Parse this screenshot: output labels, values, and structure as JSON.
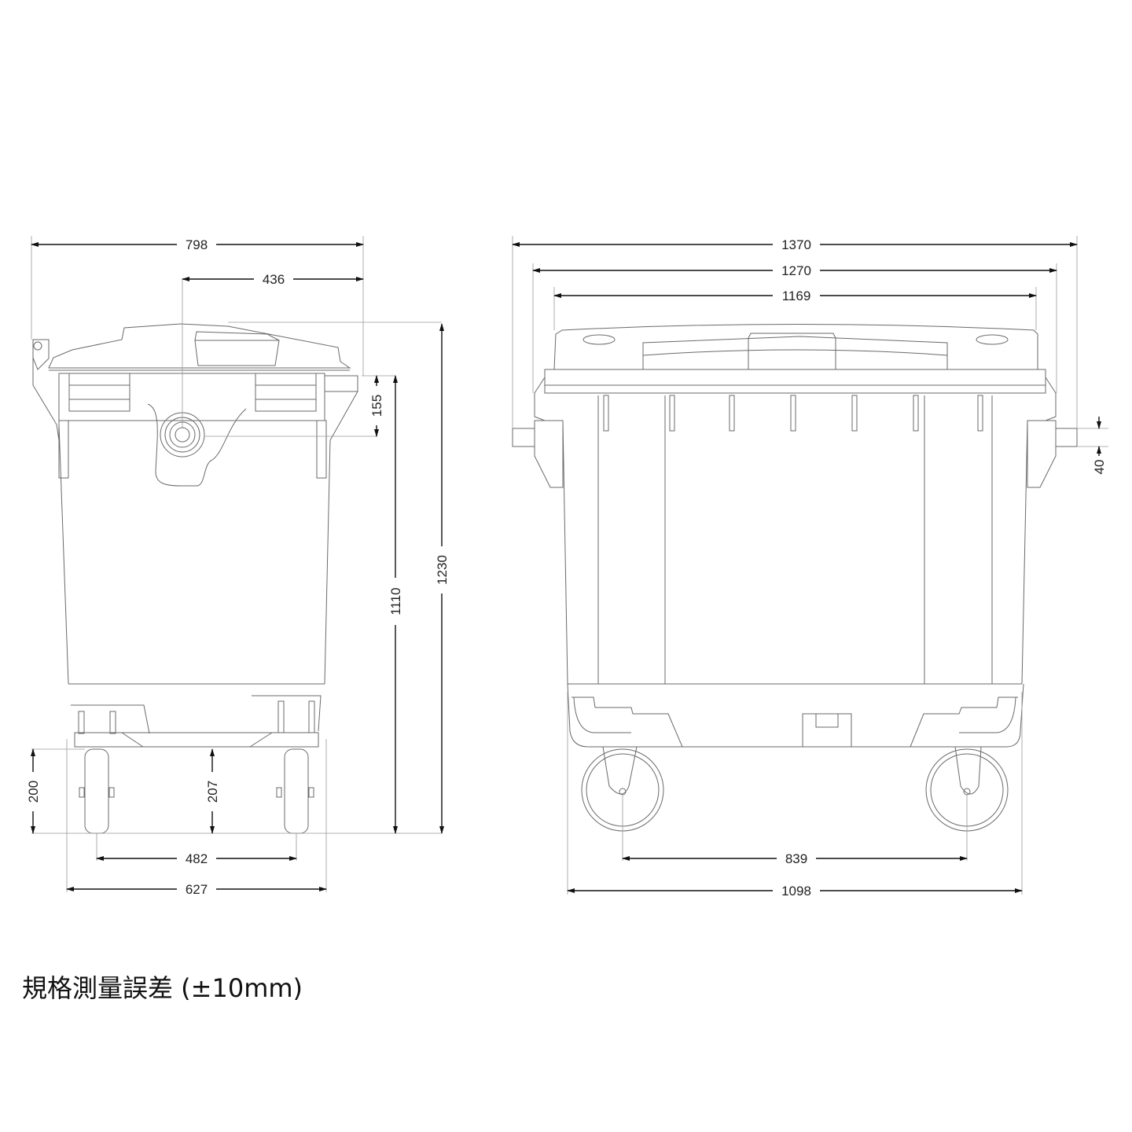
{
  "side_view": {
    "dims": {
      "overall_width": "798",
      "pedal_offset": "436",
      "overall_height": "1230",
      "rim_height": "1110",
      "pedal_drop": "155",
      "wheel_height": "200",
      "ground_clearance": "207",
      "wheel_track": "482",
      "base_width": "627"
    }
  },
  "front_view": {
    "dims": {
      "overall_width": "1370",
      "trunnion_span": "1270",
      "lid_width": "1169",
      "pin_diameter": "40",
      "wheel_track": "839",
      "base_width": "1098"
    }
  },
  "note": "規格測量誤差 (±10mm)"
}
